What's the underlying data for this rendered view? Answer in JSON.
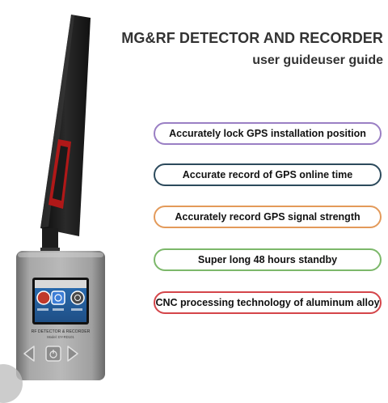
{
  "header": {
    "title": "MG&RF DETECTOR AND RECORDER",
    "subtitle": "user guideuser guide"
  },
  "features": [
    {
      "label": "Accurately lock GPS installation position",
      "color": "#9a7fc4"
    },
    {
      "label": "Accurate record of GPS online time",
      "color": "#2c4a5c"
    },
    {
      "label": "Accurately record GPS signal strength",
      "color": "#e39a5a"
    },
    {
      "label": "Super long 48 hours standby",
      "color": "#7cb86a"
    },
    {
      "label": "CNC processing technology of aluminum alloy",
      "color": "#d4454a"
    }
  ],
  "device": {
    "screen_label": "RF DETECTOR & RECORDER",
    "model_label": "Model: DY-RD101"
  }
}
